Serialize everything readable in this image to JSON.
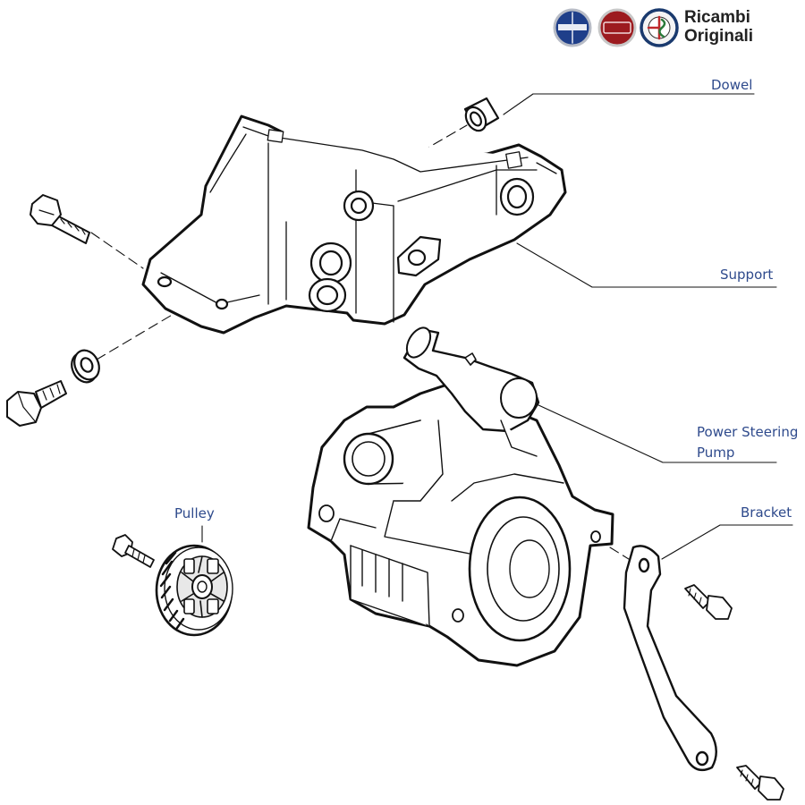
{
  "brand": {
    "logos": [
      "Lancia",
      "Fiat",
      "Alfa Romeo"
    ],
    "text_line1": "Ricambi",
    "text_line2": "Originali"
  },
  "watermark": "",
  "labels": {
    "dowel": "Dowel",
    "support": "Support",
    "pump_line1": "Power Steering",
    "pump_line2": "Pump",
    "bracket": "Bracket",
    "pulley": "Pulley"
  },
  "colors": {
    "label_text": "#2e4a8c",
    "line_art": "#111111"
  }
}
